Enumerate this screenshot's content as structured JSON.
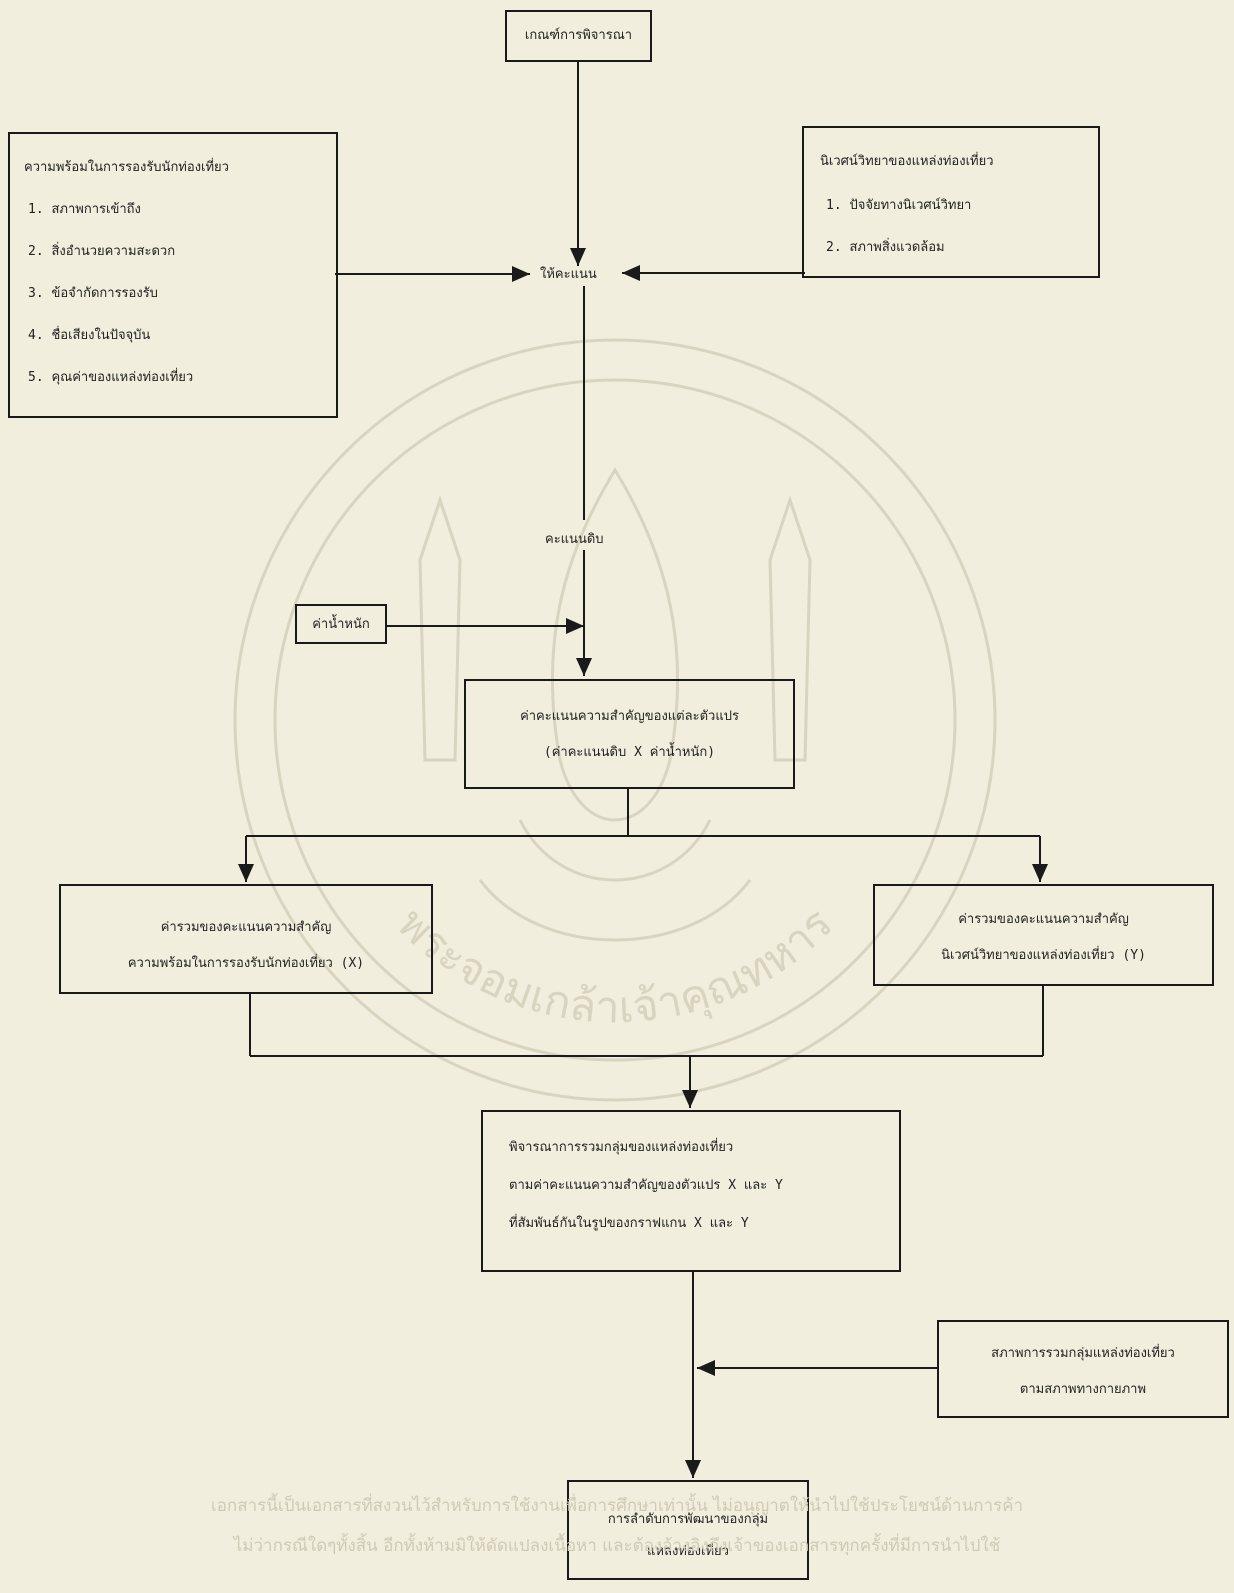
{
  "criteria_box": {
    "label": "เกณฑ์การพิจารณา"
  },
  "readiness_box": {
    "title": "ความพร้อมในการรองรับนักท่องเที่ยว",
    "items": [
      "1.  สภาพการเข้าถึง",
      "2.  สิ่งอำนวยความสะดวก",
      "3.  ข้อจำกัดการรองรับ",
      "4.  ชื่อเสียงในปัจจุบัน",
      "5.  คุณค่าของแหล่งท่องเที่ยว"
    ]
  },
  "ecology_box": {
    "title": "นิเวศน์วิทยาของแหล่งท่องเที่ยว",
    "items": [
      "1.  ปัจจัยทางนิเวศน์วิทยา",
      "2.  สภาพสิ่งแวดล้อม"
    ]
  },
  "scoring_label": "ให้คะแนน",
  "raw_score_label": "คะแนนดิบ",
  "weight_box": {
    "label": "ค่าน้ำหนัก"
  },
  "importance_box": {
    "line1": "ค่าคะแนนความสำคัญของแต่ละตัวแปร",
    "line2": "(ค่าคะแนนดิบ  X  ค่าน้ำหนัก)"
  },
  "sum_x_box": {
    "line1": "ค่ารวมของคะแนนความสำคัญ",
    "line2": "ความพร้อมในการรองรับนักท่องเที่ยว (X)"
  },
  "sum_y_box": {
    "line1": "ค่ารวมของคะแนนความสำคัญ",
    "line2": "นิเวศน์วิทยาของแหล่งท่องเที่ยว  (Y)"
  },
  "grouping_box": {
    "line1": "พิจารณาการรวมกลุ่มของแหล่งท่องเที่ยว",
    "line2": "ตามค่าคะแนนความสำคัญของตัวแปร X และ Y",
    "line3": "ที่สัมพันธ์กันในรูปของกราฟแกน X และ Y"
  },
  "physical_box": {
    "line1": "สภาพการรวมกลุ่มแหล่งท่องเที่ยว",
    "line2": "ตามสภาพทางกายภาพ"
  },
  "ranking_box": {
    "line1": "การลำดับการพัฒนาของกลุ่ม",
    "line2": "แหล่งท่องเที่ยว"
  },
  "watermark": {
    "line1": "เอกสารนี้เป็นเอกสารที่สงวนไว้สำหรับการใช้งานเพื่อการศึกษาเท่านั้น ไม่อนุญาตให้นำไปใช้ประโยชน์ด้านการค้า",
    "line2": "ไม่ว่ากรณีใดๆทั้งสิ้น อีกทั้งห้ามมิให้ดัดแปลงเนื้อหา และต้องอ้างอิงถึงเจ้าของเอกสารทุกครั้งที่มีการนำไปใช้",
    "seal_text": "พระจอมเกล้าเจ้าคุณทหาร"
  }
}
